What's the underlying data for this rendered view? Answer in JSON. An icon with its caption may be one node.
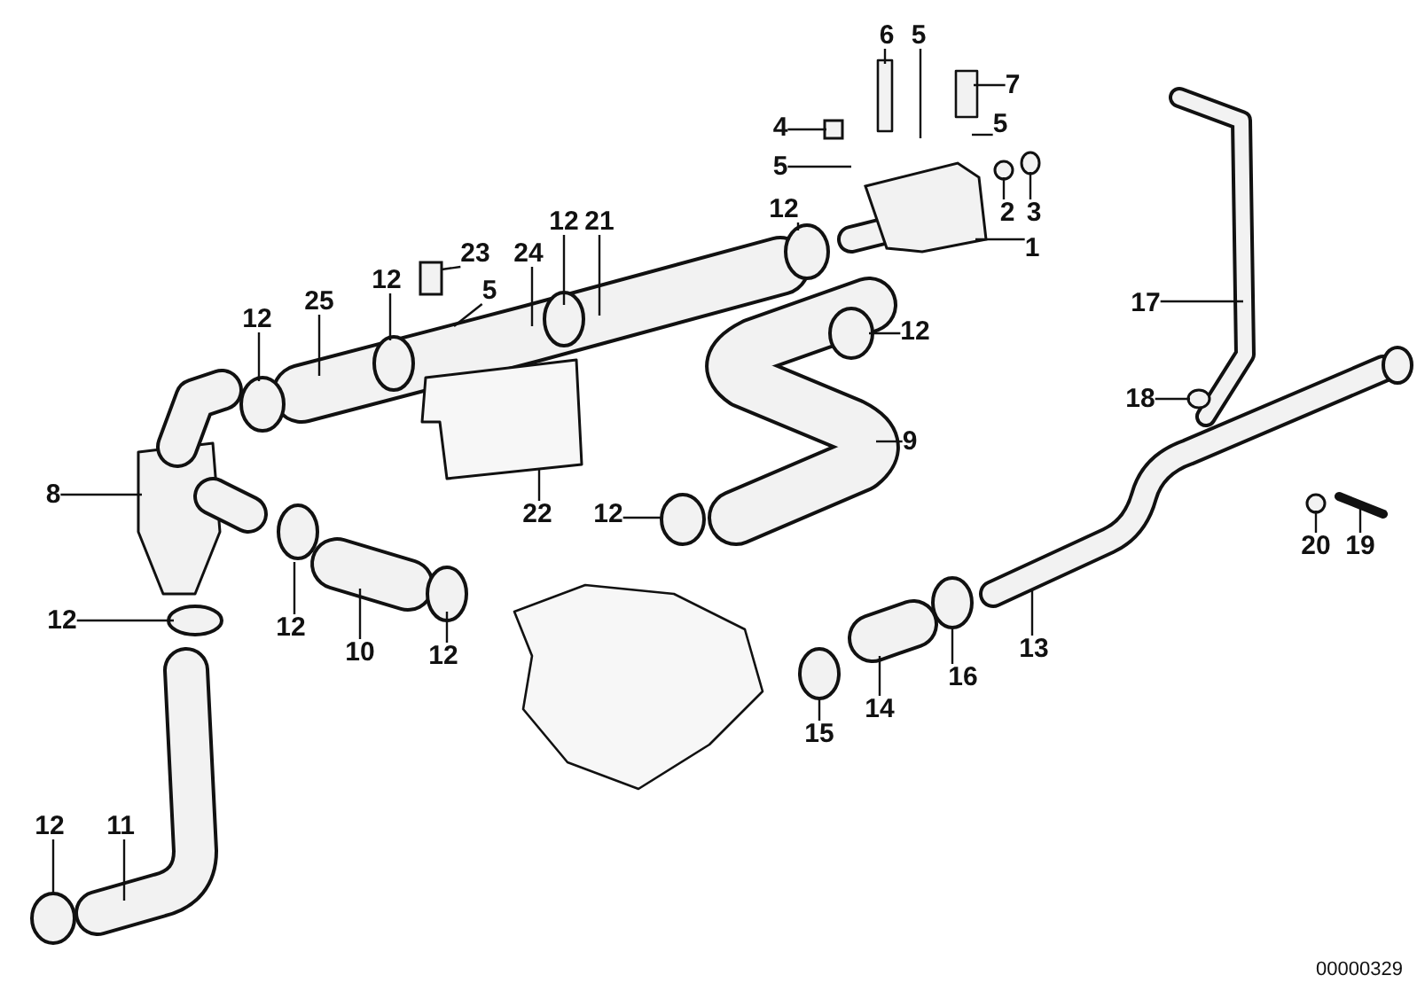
{
  "diagram": {
    "nodes": [
      {
        "text": [
          "6"
        ]
      },
      {
        "text": [
          "5"
        ]
      },
      {
        "text": [
          "7"
        ]
      },
      {
        "text": [
          "4"
        ]
      },
      {
        "text": [
          "5"
        ]
      },
      {
        "text": [
          "5"
        ]
      },
      {
        "text": [
          "2"
        ]
      },
      {
        "text": [
          "3"
        ]
      },
      {
        "text": [
          "1"
        ]
      },
      {
        "text": [
          "12"
        ]
      },
      {
        "text": [
          "12"
        ]
      },
      {
        "text": [
          "17"
        ]
      },
      {
        "text": [
          "12"
        ]
      },
      {
        "text": [
          "21"
        ]
      },
      {
        "text": [
          "23"
        ]
      },
      {
        "text": [
          "24"
        ]
      },
      {
        "text": [
          "5"
        ]
      },
      {
        "text": [
          "12"
        ]
      },
      {
        "text": [
          "25"
        ]
      },
      {
        "text": [
          "12"
        ]
      },
      {
        "text": [
          "9"
        ]
      },
      {
        "text": [
          "18"
        ]
      },
      {
        "text": [
          "20"
        ]
      },
      {
        "text": [
          "19"
        ]
      },
      {
        "text": [
          "8"
        ]
      },
      {
        "text": [
          "22"
        ]
      },
      {
        "text": [
          "12"
        ]
      },
      {
        "text": [
          "12"
        ]
      },
      {
        "text": [
          "12"
        ]
      },
      {
        "text": [
          "10"
        ]
      },
      {
        "text": [
          "12"
        ]
      },
      {
        "text": [
          "13"
        ]
      },
      {
        "text": [
          "16"
        ]
      },
      {
        "text": [
          "14"
        ]
      },
      {
        "text": [
          "15"
        ]
      },
      {
        "text": [
          "12"
        ]
      },
      {
        "text": [
          "11"
        ]
      },
      {
        "text": [],
        "shape": "box"
      },
      {
        "text": [],
        "shape": "circle"
      },
      {
        "text": [],
        "shape": "circle"
      },
      {
        "text": [],
        "shape": "picture"
      },
      {
        "text": [],
        "shape": "circle"
      },
      {
        "text": [],
        "shape": "box"
      },
      {
        "text": [],
        "shape": "circle"
      },
      {
        "text": [],
        "shape": "circle"
      },
      {
        "text": [],
        "shape": "circle"
      },
      {
        "text": [],
        "shape": "circle"
      },
      {
        "text": [],
        "shape": "circle"
      },
      {
        "text": [],
        "shape": "circle"
      }
    ],
    "edges": [
      {
        "from": 0,
        "to": null,
        "arrow": "none"
      },
      {
        "from": 1,
        "to": null,
        "arrow": "none"
      },
      {
        "from": 2,
        "to": null,
        "arrow": "none"
      },
      {
        "from": 3,
        "to": 37,
        "arrow": "none"
      },
      {
        "from": 4,
        "to": null,
        "arrow": "none"
      },
      {
        "from": 5,
        "to": null,
        "arrow": "none"
      },
      {
        "from": 6,
        "to": 38,
        "arrow": "none"
      },
      {
        "from": 7,
        "to": 39,
        "arrow": "none"
      },
      {
        "from": 8,
        "to": 40,
        "arrow": "none"
      },
      {
        "from": 9,
        "to": null,
        "arrow": "none"
      },
      {
        "from": 10,
        "to": 41,
        "arrow": "none"
      },
      {
        "from": 11,
        "to": null,
        "arrow": "none"
      },
      {
        "from": 12,
        "to": null,
        "arrow": "none"
      },
      {
        "from": 13,
        "to": null,
        "arrow": "none"
      },
      {
        "from": 14,
        "to": 42,
        "arrow": "none"
      },
      {
        "from": 15,
        "to": null,
        "arrow": "none"
      },
      {
        "from": 16,
        "to": null,
        "arrow": "none"
      },
      {
        "from": 17,
        "to": null,
        "arrow": "none"
      },
      {
        "from": 18,
        "to": null,
        "arrow": "none"
      },
      {
        "from": 19,
        "to": null,
        "arrow": "none"
      },
      {
        "from": 20,
        "to": null,
        "arrow": "none"
      },
      {
        "from": 21,
        "to": 43,
        "arrow": "none"
      },
      {
        "from": 22,
        "to": 44,
        "arrow": "none"
      },
      {
        "from": 23,
        "to": null,
        "arrow": "none"
      },
      {
        "from": 24,
        "to": null,
        "arrow": "none"
      },
      {
        "from": 25,
        "to": null,
        "arrow": "none"
      },
      {
        "from": 26,
        "to": 45,
        "arrow": "none"
      },
      {
        "from": 27,
        "to": null,
        "arrow": "none"
      },
      {
        "from": 28,
        "to": null,
        "arrow": "none"
      },
      {
        "from": 29,
        "to": null,
        "arrow": "none"
      },
      {
        "from": 30,
        "to": null,
        "arrow": "none"
      },
      {
        "from": 31,
        "to": null,
        "arrow": "none"
      },
      {
        "from": 32,
        "to": 46,
        "arrow": "none"
      },
      {
        "from": 33,
        "to": null,
        "arrow": "none"
      },
      {
        "from": 34,
        "to": 47,
        "arrow": "none"
      },
      {
        "from": 35,
        "to": 48,
        "arrow": "none"
      },
      {
        "from": 36,
        "to": null,
        "arrow": "none"
      }
    ],
    "labels": [
      "00000329"
    ]
  }
}
